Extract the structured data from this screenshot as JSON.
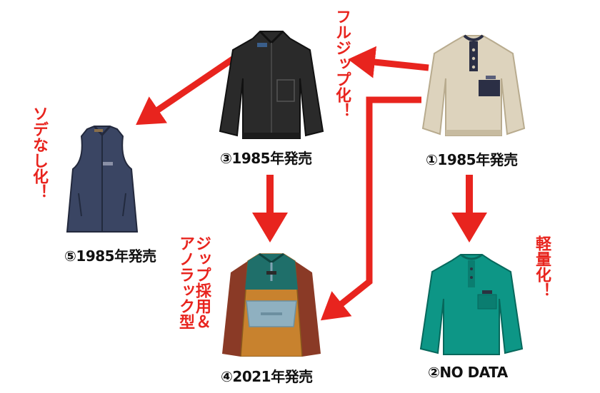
{
  "colors": {
    "arrow": "#e8241e",
    "note": "#e8241e",
    "caption": "#111111"
  },
  "nodes": {
    "n1": {
      "caption": "①1985年発売",
      "icon": "beige-snap-pullover-fleece"
    },
    "n2": {
      "caption": "②NO DATA",
      "icon": "teal-snap-pullover-fleece"
    },
    "n3": {
      "caption": "③1985年発売",
      "icon": "black-full-zip-fleece-jacket"
    },
    "n4": {
      "caption": "④2021年発売",
      "icon": "colorblock-anorak-fleece"
    },
    "n5": {
      "caption": "⑤1985年発売",
      "icon": "navy-fleece-vest"
    }
  },
  "notes": {
    "fullzip": "フルジップ化！",
    "sleeveless": "ソデなし化！",
    "anorak_line1": "ジップ採用＆",
    "anorak_line2": "アノラック型",
    "lightweight": "軽量化！"
  }
}
